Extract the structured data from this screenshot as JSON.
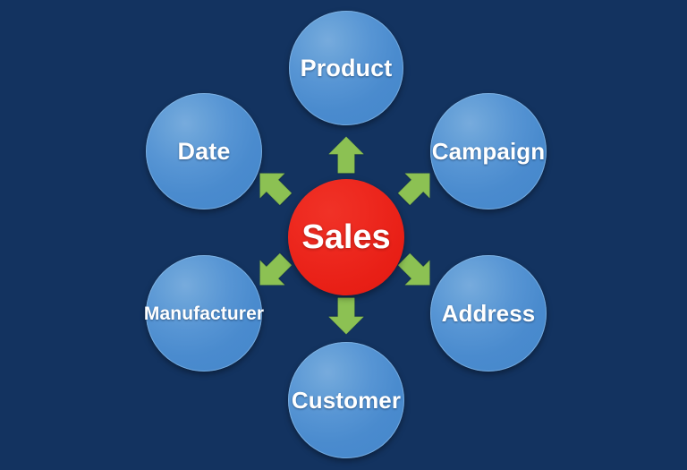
{
  "diagram": {
    "title": "Sales",
    "background_color": "#133360",
    "hub": {
      "label": "Sales",
      "color": "#e8211a",
      "text_color": "#ffffff"
    },
    "node_color": "#4a8cd0",
    "node_text_color": "#ffffff",
    "arrow_color": "#8cc153",
    "nodes": [
      {
        "id": "product",
        "label": "Product",
        "position": "top"
      },
      {
        "id": "campaign",
        "label": "Campaign",
        "position": "top-right"
      },
      {
        "id": "address",
        "label": "Address",
        "position": "bottom-right"
      },
      {
        "id": "customer",
        "label": "Customer",
        "position": "bottom"
      },
      {
        "id": "manufacturer",
        "label": "Manufacturer",
        "position": "bottom-left"
      },
      {
        "id": "date",
        "label": "Date",
        "position": "top-left"
      }
    ],
    "arrows": [
      {
        "id": "up",
        "direction": "up",
        "from": "Sales",
        "to": "Product"
      },
      {
        "id": "up-right",
        "direction": "up-right",
        "from": "Sales",
        "to": "Campaign"
      },
      {
        "id": "down-right",
        "direction": "down-right",
        "from": "Sales",
        "to": "Address"
      },
      {
        "id": "down",
        "direction": "down",
        "from": "Sales",
        "to": "Customer"
      },
      {
        "id": "down-left",
        "direction": "down-left",
        "from": "Sales",
        "to": "Manufacturer"
      },
      {
        "id": "up-left",
        "direction": "up-left",
        "from": "Sales",
        "to": "Date"
      }
    ]
  }
}
